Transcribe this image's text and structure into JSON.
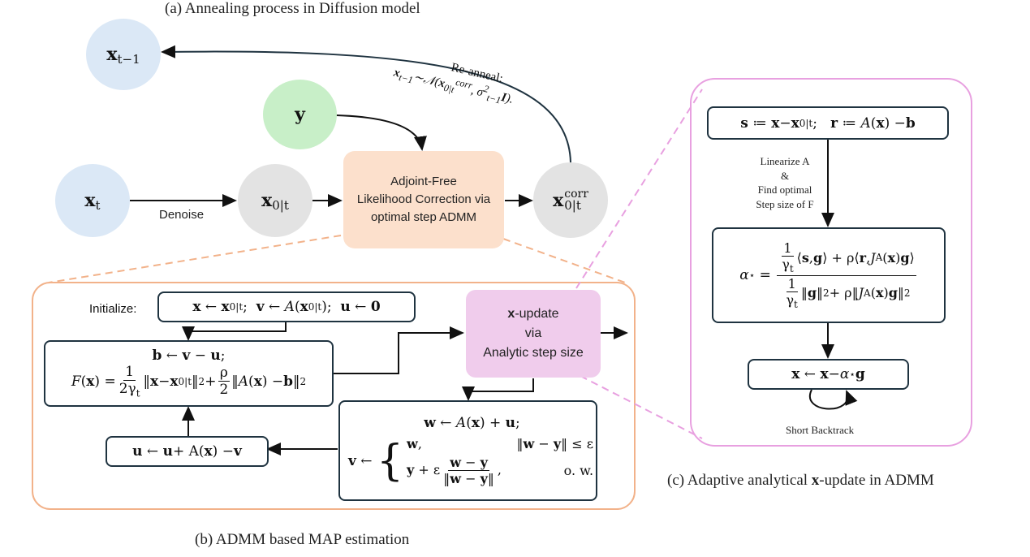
{
  "captions": {
    "a": "(a) Annealing process in Diffusion model",
    "b": "(b) ADMM based MAP estimation",
    "c_prefix": "(c) Adaptive analytical ",
    "c_bold": "x",
    "c_suffix": "-update in ADMM"
  },
  "nodes": {
    "x_prev": {
      "main": "x",
      "sub": "t−1"
    },
    "y": {
      "main": "y"
    },
    "x_t": {
      "main": "x",
      "sub": "t"
    },
    "x0t": {
      "main": "x",
      "sub": "0|t"
    },
    "x0t_corr": {
      "main": "x",
      "sub": "0|t",
      "sup": "corr"
    }
  },
  "labels": {
    "denoise": "Denoise",
    "reanneal_title": "Re-anneal:",
    "reanneal_formula": "x_{t−1} ~ 𝒩(x_{0|t}^{corr}, σ²_{t−1} I).",
    "linearize_1": "Linearize A",
    "linearize_2": "&",
    "linearize_3": "Find optimal",
    "linearize_4": "Step size of F",
    "short_backtrack": "Short Backtrack",
    "initialize": "Initialize:"
  },
  "correction_box": {
    "line1": "Adjoint-Free",
    "line2": "Likelihood Correction via",
    "line3": "optimal step ADMM"
  },
  "xupdate_box": {
    "line1_bold": "x",
    "line1_rest": "-update",
    "line2": "via",
    "line3": "Analytic step size"
  },
  "colors": {
    "blue_node": "#dbe8f6",
    "green_node": "#c8efc8",
    "grey_node": "#e3e3e3",
    "peach_box": "#fce0cc",
    "pink_box": "#f0ccec",
    "orange_border": "#f2b28a",
    "pink_border": "#e8a0e0",
    "box_border": "#1f3340"
  }
}
